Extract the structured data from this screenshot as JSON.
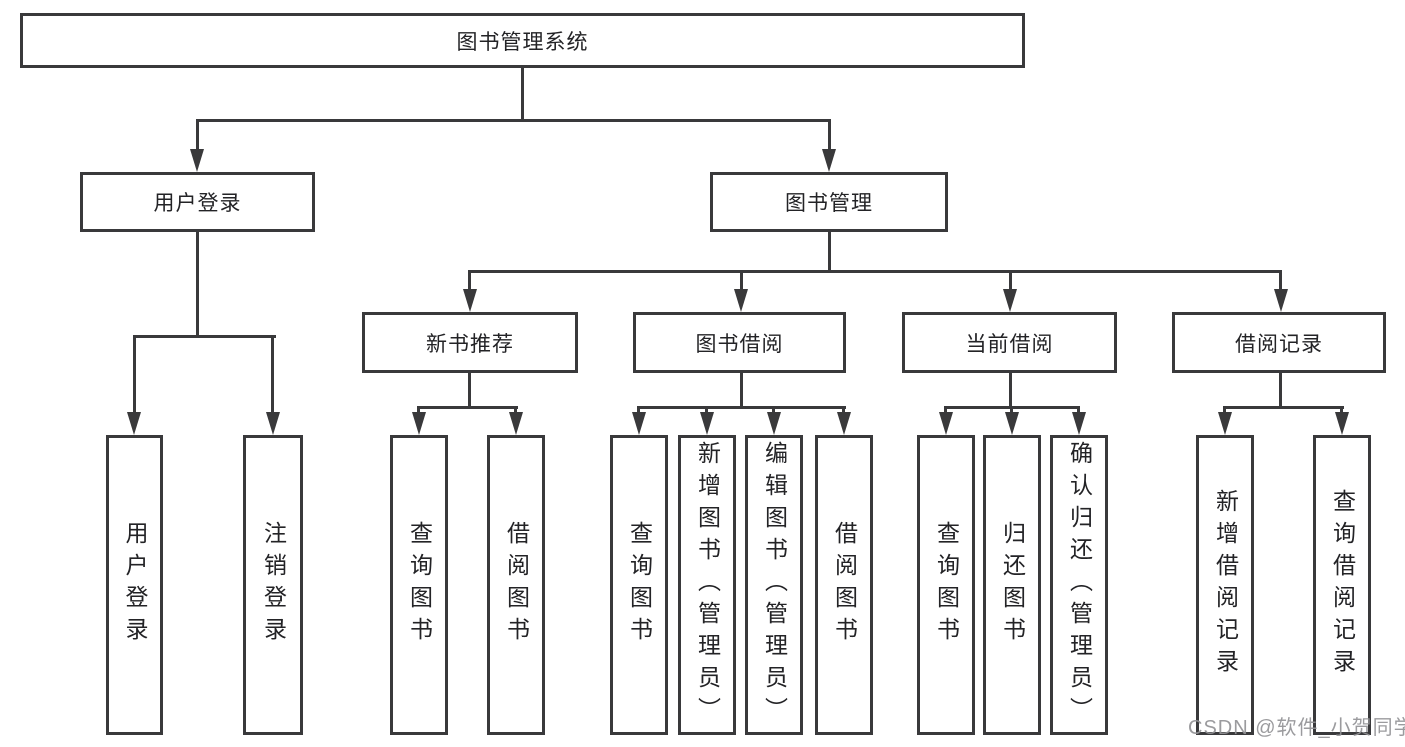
{
  "diagram": {
    "root": {
      "label": "图书管理系统",
      "children": [
        {
          "label": "用户登录",
          "children": [
            {
              "label": "用户登录"
            },
            {
              "label": "注销登录"
            }
          ]
        },
        {
          "label": "图书管理",
          "children": [
            {
              "label": "新书推荐",
              "children": [
                {
                  "label": "查询图书"
                },
                {
                  "label": "借阅图书"
                }
              ]
            },
            {
              "label": "图书借阅",
              "children": [
                {
                  "label": "查询图书"
                },
                {
                  "label": "新增图书（管理员）"
                },
                {
                  "label": "编辑图书（管理员）"
                },
                {
                  "label": "借阅图书"
                }
              ]
            },
            {
              "label": "当前借阅",
              "children": [
                {
                  "label": "查询图书"
                },
                {
                  "label": "归还图书"
                },
                {
                  "label": "确认归还（管理员）"
                }
              ]
            },
            {
              "label": "借阅记录",
              "children": [
                {
                  "label": "新增借阅记录"
                },
                {
                  "label": "查询借阅记录"
                }
              ]
            }
          ]
        }
      ]
    },
    "watermark": "CSDN @软件_小贺同学",
    "colors": {
      "line": "#39393b",
      "text": "#232326",
      "watermark": "#939396",
      "background": "#ffffff"
    }
  }
}
